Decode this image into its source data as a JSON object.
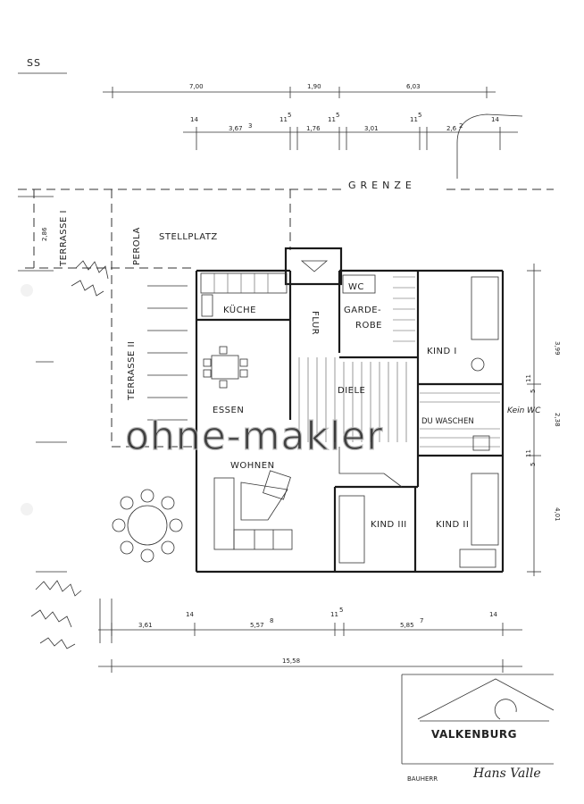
{
  "sheet_mark": "SS",
  "boundary_label": "GRENZE",
  "dims_top_outer": [
    "7,00",
    "1,90",
    "6,03"
  ],
  "dims_top_inner": [
    "14",
    "3,67",
    "3",
    "11",
    "5",
    "1,76",
    "11",
    "5",
    "3,01",
    "11",
    "5",
    "2,6",
    "2",
    "14"
  ],
  "dims_bottom_inner": [
    "3,61",
    "14",
    "5,57",
    "8",
    "11",
    "5",
    "5,85",
    "7",
    "14"
  ],
  "dims_bottom_total": "15,58",
  "dims_right": [
    "3,99",
    "11",
    "5",
    "2,38",
    "11",
    "5",
    "4,01"
  ],
  "dims_left": [
    "2,86"
  ],
  "rooms": {
    "terrasse_1": "TERRASSE I",
    "terrasse_2": "TERRASSE II",
    "perola": "PEROLA",
    "stellplatz": "STELLPLATZ",
    "kueche": "KÜCHE",
    "essen": "ESSEN",
    "wohnen": "WOHNEN",
    "flur": "FLUR",
    "wc": "WC",
    "garderobe_1": "GARDE-",
    "garderobe_2": "ROBE",
    "diele": "DIELE",
    "kind_1": "KIND I",
    "kind_2": "KIND II",
    "kind_3": "KIND III",
    "du_waschen": "DU WASCHEN",
    "note_kein_wc": "Kein WC"
  },
  "watermark": "ohne-makler",
  "stamp": {
    "brand": "VALKENBURG",
    "role_label": "BAUHERR",
    "signature": "Hans Valle"
  }
}
